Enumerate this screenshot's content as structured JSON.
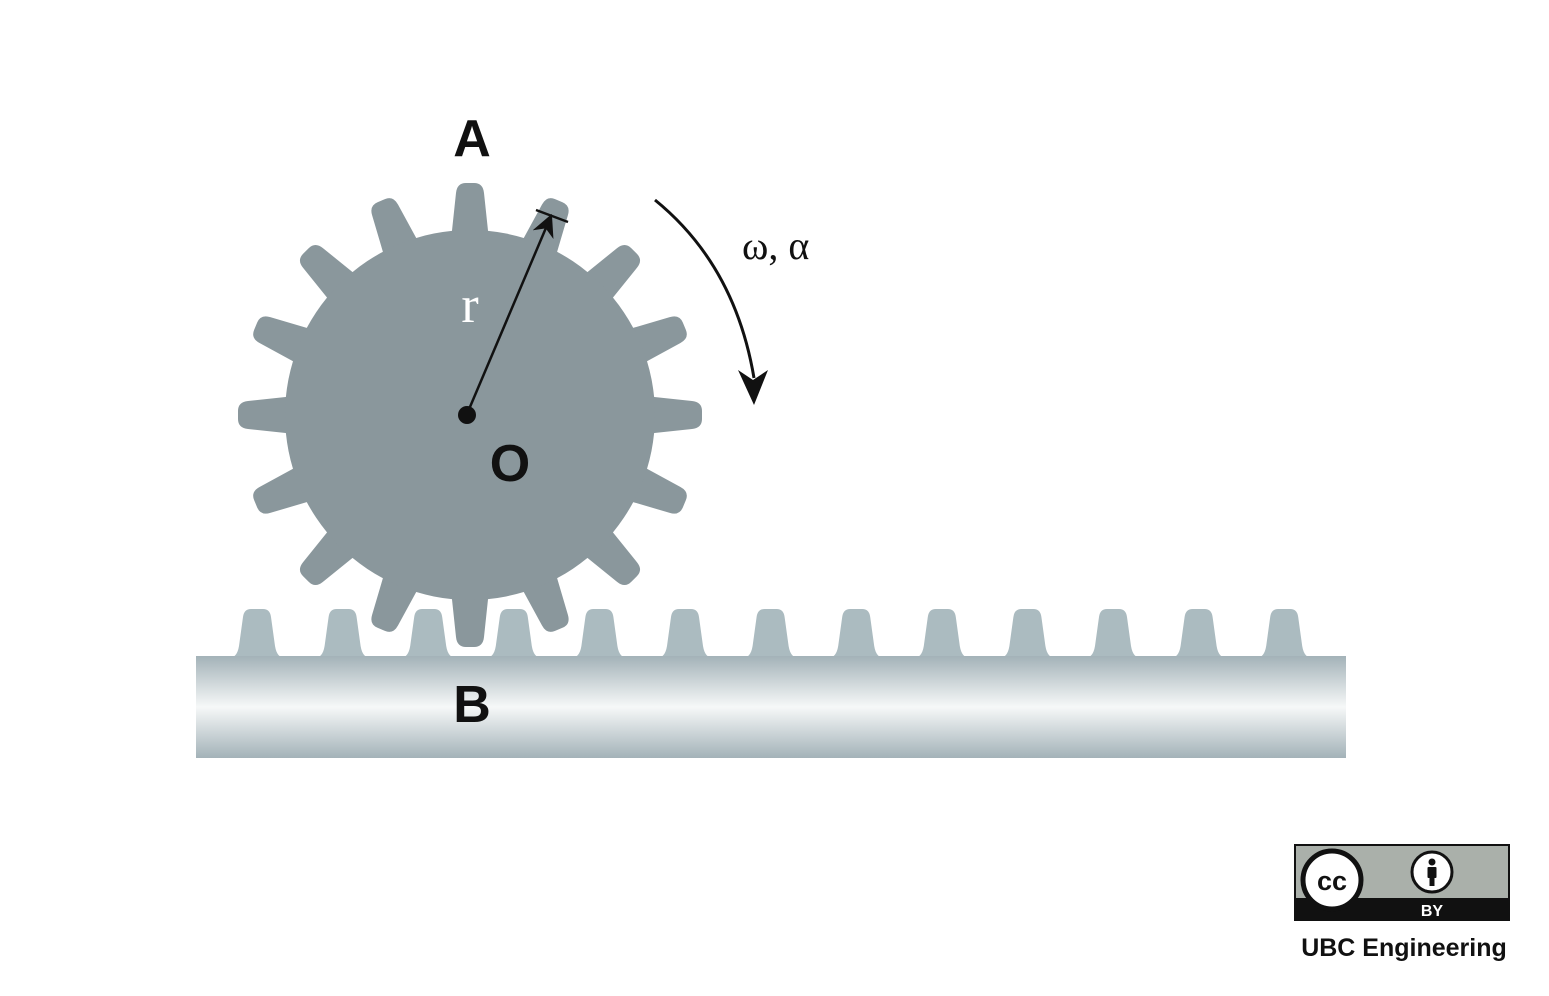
{
  "labels": {
    "point_a": "A",
    "point_b": "B",
    "point_o": "O",
    "radius": "r",
    "rotation": "ω, α"
  },
  "license": {
    "cc": "cc",
    "by": "BY"
  },
  "credit": "UBC Engineering",
  "colors": {
    "gear": "#8a979c",
    "rack_teeth": "#abbbc0",
    "rack_dark": "#a3b2b8",
    "rack_light": "#f6f8f8",
    "ink": "#111111",
    "badge": "#aab0aa"
  },
  "gear": {
    "tooth_count": 16
  },
  "rack": {
    "tooth_count": 13
  },
  "icons": [
    "cc-icon",
    "by-person-icon",
    "rotation-arrow-icon",
    "radius-arrow-icon"
  ]
}
